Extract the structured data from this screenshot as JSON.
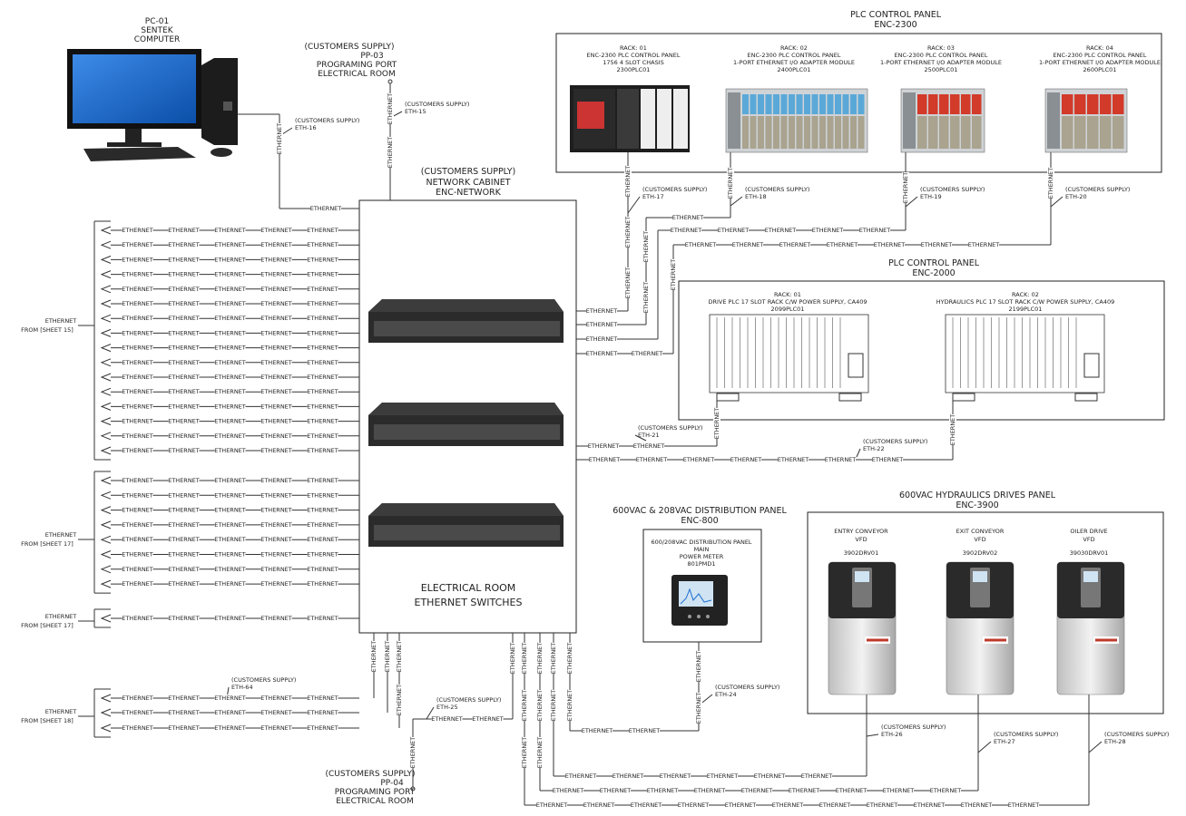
{
  "cable_label": "ETHERNET",
  "customer_supply": "(CUSTOMERS SUPPLY)",
  "pc": {
    "line1": "PC-01",
    "line2": "SENTEK",
    "line3": "COMPUTER"
  },
  "pp03": {
    "l1": "(CUSTOMERS SUPPLY)",
    "l2": "PP-03",
    "l3": "PROGRAMING PORT",
    "l4": "ELECTRICAL ROOM"
  },
  "pp04": {
    "l1": "(CUSTOMERS SUPPLY)",
    "l2": "PP-04",
    "l3": "PROGRAMING PORT",
    "l4": "ELECTRICAL ROOM"
  },
  "network_cabinet": {
    "l1": "(CUSTOMERS SUPPLY)",
    "l2": "NETWORK CABINET",
    "l3": "ENC-NETWORK",
    "footer1": "ELECTRICAL ROOM",
    "footer2": "ETHERNET SWITCHES"
  },
  "plc2300": {
    "title": "PLC CONTROL PANEL",
    "code": "ENC-2300",
    "racks": [
      {
        "l1": "RACK: 01",
        "l2": "ENC-2300 PLC CONTROL PANEL",
        "l3": "1756 4 SLOT CHASIS",
        "l4": "2300PLC01"
      },
      {
        "l1": "RACK: 02",
        "l2": "ENC-2300 PLC CONTROL PANEL",
        "l3": "1-PORT ETHERNET I/O ADAPTER MODULE",
        "l4": "2400PLC01"
      },
      {
        "l1": "RACK: 03",
        "l2": "ENC-2300 PLC CONTROL PANEL",
        "l3": "1-PORT ETHERNET I/O ADAPTER MODULE",
        "l4": "2500PLC01"
      },
      {
        "l1": "RACK: 04",
        "l2": "ENC-2300 PLC CONTROL PANEL",
        "l3": "1-PORT ETHERNET I/O ADAPTER MODULE",
        "l4": "2600PLC01"
      }
    ]
  },
  "plc2000": {
    "title": "PLC CONTROL PANEL",
    "code": "ENC-2000",
    "racks": [
      {
        "l1": "RACK: 01",
        "l2": "DRIVE PLC 17 SLOT RACK C/W POWER SUPPLY, CA409",
        "l3": "2099PLC01"
      },
      {
        "l1": "RACK: 02",
        "l2": "HYDRAULICS PLC 17 SLOT RACK C/W POWER SUPPLY, CA409",
        "l3": "2199PLC01"
      }
    ]
  },
  "dist_panel": {
    "title1": "600VAC & 208VAC DISTRIBUTION PANEL",
    "title2": "ENC-800",
    "l1": "600/208VAC DISTRIBUTION PANEL",
    "l2": "MAIN",
    "l3": "POWER METER",
    "l4": "801PMD1"
  },
  "drives_panel": {
    "title1": "600VAC HYDRAULICS DRIVES PANEL",
    "title2": "ENC-3900",
    "drives": [
      {
        "name1": "ENTRY CONVEYOR",
        "name2": "VFD",
        "tag": "3902DRV01"
      },
      {
        "name1": "EXIT CONVEYOR",
        "name2": "VFD",
        "tag": "3902DRV02"
      },
      {
        "name1": "OILER DRIVE",
        "name2": "VFD",
        "tag": "39030DRV01"
      }
    ]
  },
  "eth_tags": {
    "eth15": "ETH-15",
    "eth16": "ETH-16",
    "eth17": "ETH-17",
    "eth18": "ETH-18",
    "eth19": "ETH-19",
    "eth20": "ETH-20",
    "eth21": "ETH-21",
    "eth22": "ETH-22",
    "eth24": "ETH-24",
    "eth25": "ETH-25",
    "eth26": "ETH-26",
    "eth27": "ETH-27",
    "eth28": "ETH-28",
    "eth64": "ETH-64"
  },
  "from_groups": [
    {
      "l1": "ETHERNET",
      "l2": "FROM [SHEET 15]"
    },
    {
      "l1": "ETHERNET",
      "l2": "FROM [SHEET 17]"
    },
    {
      "l1": "ETHERNET",
      "l2": "FROM [SHEET 17]"
    },
    {
      "l1": "ETHERNET",
      "l2": "FROM [SHEET 18]"
    }
  ],
  "colors": {
    "line": "#333333",
    "screen": "#1f6fd1",
    "switch": "#2b2b2b",
    "io_red": "#d23a2a",
    "io_blue": "#5aa8d8",
    "vfd_silver": "#d8d8d8",
    "vfd_logo": "#c0392b"
  }
}
